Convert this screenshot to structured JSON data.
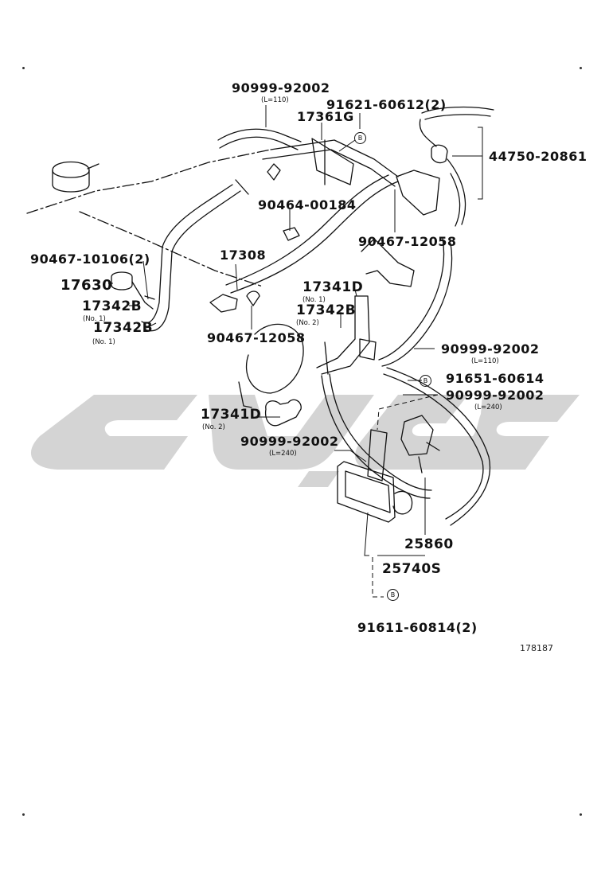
{
  "labels": {
    "hose_top": "90999-92002",
    "hose_top_len": "(L=110)",
    "clip_2": "91621-60612(2)",
    "hose_17361g": "17361G",
    "valve_44750": "44750-20861",
    "clamp_90464": "90464-00184",
    "clamp_90467_top": "90467-12058",
    "clip_90467_10106": "90467-10106(2)",
    "pipe_17308": "17308",
    "vsv_17630": "17630",
    "hose_17342b_1": "17342B",
    "hose_17342b_1_no": "(No. 1)",
    "hose_17342b_2": "17342B",
    "hose_17342b_2_no": "(No. 1)",
    "hose_17341d_1": "17341D",
    "hose_17341d_1_no": "(No. 1)",
    "hose_17342b_no2": "17342B",
    "hose_17342b_no2_no": "(No. 2)",
    "clamp_90467_mid": "90467-12058",
    "hose_right": "90999-92002",
    "hose_right_len": "(L=110)",
    "bolt_91651": "91651-60614",
    "hose_right2": "90999-92002",
    "hose_right2_len": "(L=240)",
    "hose_17341d_2": "17341D",
    "hose_17341d_2_no": "(No. 2)",
    "hose_mid": "90999-92002",
    "hose_mid_len": "(L=240)",
    "vsv_25860": "25860",
    "bracket_25740s": "25740S",
    "bolt_91611": "91611-60814(2)",
    "bolt_mark": "B",
    "figure_number": "178187"
  },
  "colors": {
    "line": "#111111",
    "watermark": "#d4d4d4"
  }
}
